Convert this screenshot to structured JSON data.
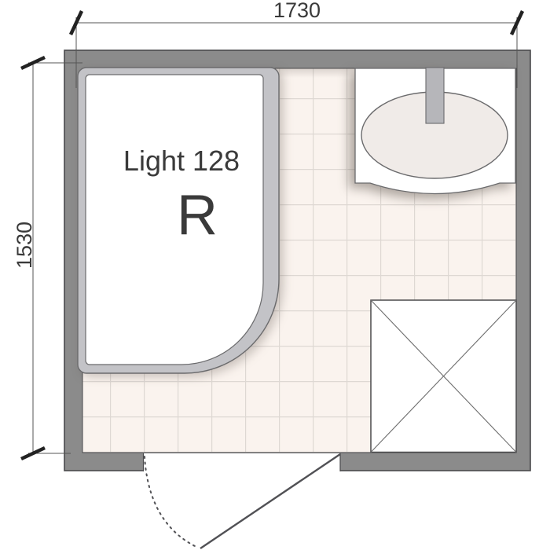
{
  "dimensions": {
    "width_label": "1730",
    "height_label": "1530"
  },
  "shower": {
    "model_label": "Light 128",
    "variant_label": "R"
  },
  "fixtures": {
    "shower_tray": "quarter-round shower enclosure",
    "washbasin": "oval washbasin with faucet",
    "appliance": "square placeholder with diagonal cross",
    "door": "outward swinging door with swing arc"
  },
  "colors": {
    "wall": "#8b8b8b",
    "wallline": "#4a4a4c",
    "floor": "#faf3ee",
    "tileline": "#ded8d3",
    "silver": "#c3c3c7",
    "fixline": "#6b6b6d",
    "basin": "#f0ebe8",
    "faucet": "#b6b6ba",
    "text": "#3a3a3a",
    "dimline": "#555555",
    "tick": "#222222",
    "doorline": "#515155",
    "white": "#ffffff"
  }
}
